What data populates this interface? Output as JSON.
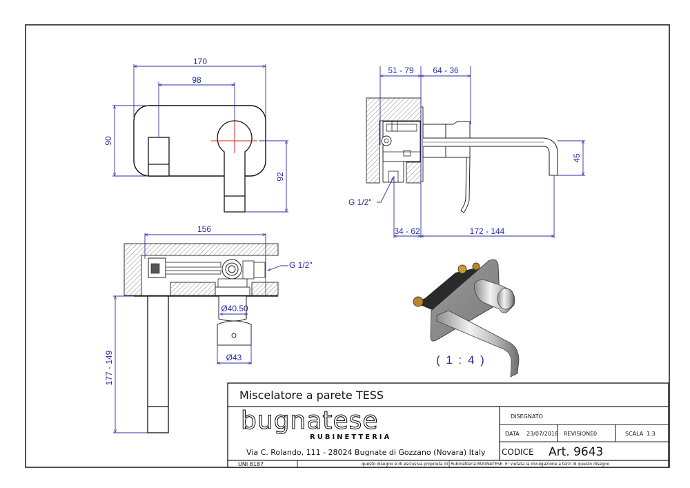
{
  "drawing": {
    "front_view": {
      "dimensions": {
        "overall_width": "170",
        "handle_offset": "98",
        "plate_height": "90",
        "handle_height": "92"
      }
    },
    "side_view": {
      "dimensions": {
        "wall_depth_top": "51 - 79",
        "body_projection": "64 - 36",
        "spout_drop": "45",
        "inlet_offset": "34 - 62",
        "spout_reach": "172 - 144"
      },
      "inlet_label": "G 1/2\""
    },
    "top_view": {
      "dimensions": {
        "body_length": "156",
        "cartridge_diameter": "Ø40.50",
        "handle_diameter": "Ø43",
        "spout_length": "177 - 149"
      },
      "inlet_label": "G 1/2\""
    },
    "iso_view": {
      "scale_label": "( 1 : 4 )"
    }
  },
  "title_block": {
    "title": "Miscelatore a parete TESS",
    "logo_main": "bugnatese",
    "logo_sub": "RUBINETTERIA",
    "address": "Via C. Rolando, 111 - 28024 Bugnate di Gozzano (Novara) Italy",
    "disegnato_label": "DISEGNATO",
    "data_label": "DATA",
    "data_value": "23/07/2018",
    "revisione_label": "REVISIONE",
    "revisione_value": "0",
    "scala_label": "SCALA",
    "scala_value": "1:3",
    "codice_label": "CODICE",
    "codice_value": "Art. 9643",
    "standard": "UNI 8187",
    "disclaimer_left": "questo disegno è di esclusiva proprieta di",
    "disclaimer_right": "Rubinetteria BUGNATESE. E' vietata la divulgazione a terzi di questo disegno"
  },
  "colors": {
    "dimension": "#2a2fa0",
    "outline": "#111111",
    "centerline": "#d42020",
    "hatch": "#888888"
  }
}
